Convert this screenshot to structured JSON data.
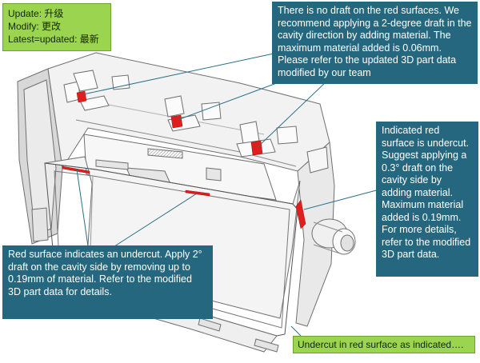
{
  "legend": {
    "update": "Update: 升级",
    "modify": "Modify: 更改",
    "latest": "Latest=updated: 最新"
  },
  "notes": {
    "top": "There is no draft on the red surfaces. We recommend applying a 2-degree draft in the cavity direction by adding material. The maximum material added is 0.06mm. Please refer to the updated 3D part data modified by our team",
    "right": "Indicated red surface is undercut. Suggest applying a 0.3° draft on the cavity side by adding material. Maximum material added is 0.19mm. For more details, refer to the modified 3D part data.",
    "left": "Red surface indicates an undercut. Apply 2° draft on the cavity side by removing up to 0.19mm of material. Refer to the modified 3D part data for details.",
    "bottom": "Undercut in red surface as indicated…."
  },
  "colors": {
    "callout": "#25677f",
    "legend": "#9bd44e",
    "highlight": "#e01e1e",
    "leader": "#2a6f8a"
  }
}
